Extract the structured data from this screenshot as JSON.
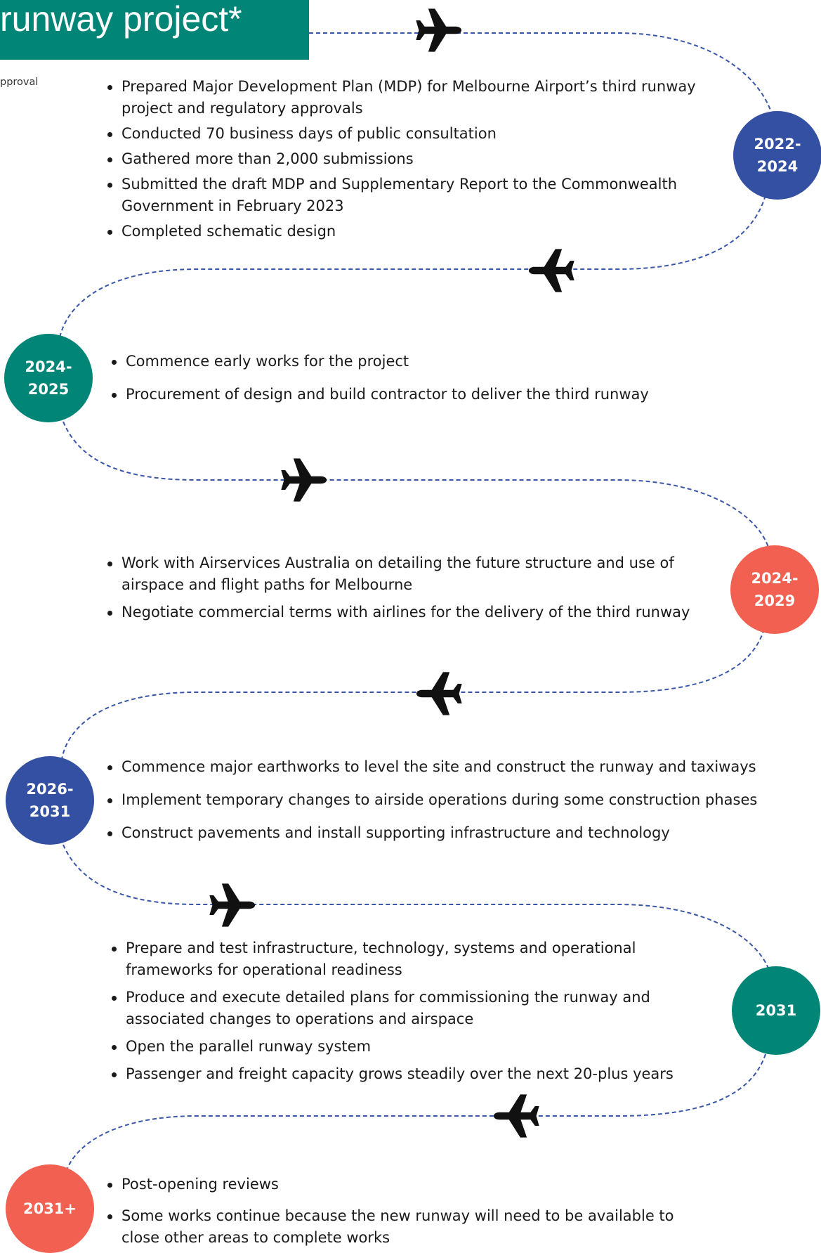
{
  "colors": {
    "teal": "#008577",
    "blue": "#3450a3",
    "coral": "#f16051",
    "path": "#3a56a8",
    "plane": "#111111"
  },
  "header": {
    "title": "runway project*",
    "subtitle": "pproval"
  },
  "stages": [
    {
      "line1": "2022-",
      "line2": "2024",
      "color": "blue",
      "bullets": [
        "Prepared Major Development Plan (MDP) for Melbourne Airport’s third runway project and regulatory approvals",
        "Conducted 70 business days of public consultation",
        "Gathered more than 2,000 submissions",
        "Submitted the draft MDP and Supplementary Report to the Commonwealth Government in February 2023",
        "Completed schematic design"
      ]
    },
    {
      "line1": "2024-",
      "line2": "2025",
      "color": "teal",
      "bullets": [
        "Commence early works for the project",
        "Procurement of design and build contractor to deliver the third runway"
      ]
    },
    {
      "line1": "2024-",
      "line2": "2029",
      "color": "coral",
      "bullets": [
        "Work with Airservices Australia on detailing the future structure and use of airspace and flight paths for Melbourne",
        "Negotiate commercial terms with airlines for the delivery of the third runway"
      ]
    },
    {
      "line1": "2026-",
      "line2": "2031",
      "color": "blue",
      "bullets": [
        "Commence major earthworks to level the site and construct the runway and taxiways",
        "Implement temporary changes to airside operations during some construction phases",
        "Construct pavements and install supporting infrastructure and technology"
      ]
    },
    {
      "line1": "2031",
      "line2": "",
      "color": "teal",
      "bullets": [
        "Prepare and test infrastructure, technology, systems and operational frameworks for operational readiness",
        "Produce and execute detailed plans for commissioning the runway and associated changes to operations and airspace",
        "Open the parallel runway system",
        "Passenger and freight capacity grows steadily over the next 20-plus years"
      ]
    },
    {
      "line1": "2031+",
      "line2": "",
      "color": "coral",
      "bullets": [
        "Post-opening reviews",
        "Some works continue because the new runway will need to be available to close other areas to complete works"
      ]
    }
  ],
  "planes": [
    {
      "direction": "right"
    },
    {
      "direction": "left"
    },
    {
      "direction": "right"
    },
    {
      "direction": "left"
    },
    {
      "direction": "right"
    },
    {
      "direction": "left"
    }
  ]
}
